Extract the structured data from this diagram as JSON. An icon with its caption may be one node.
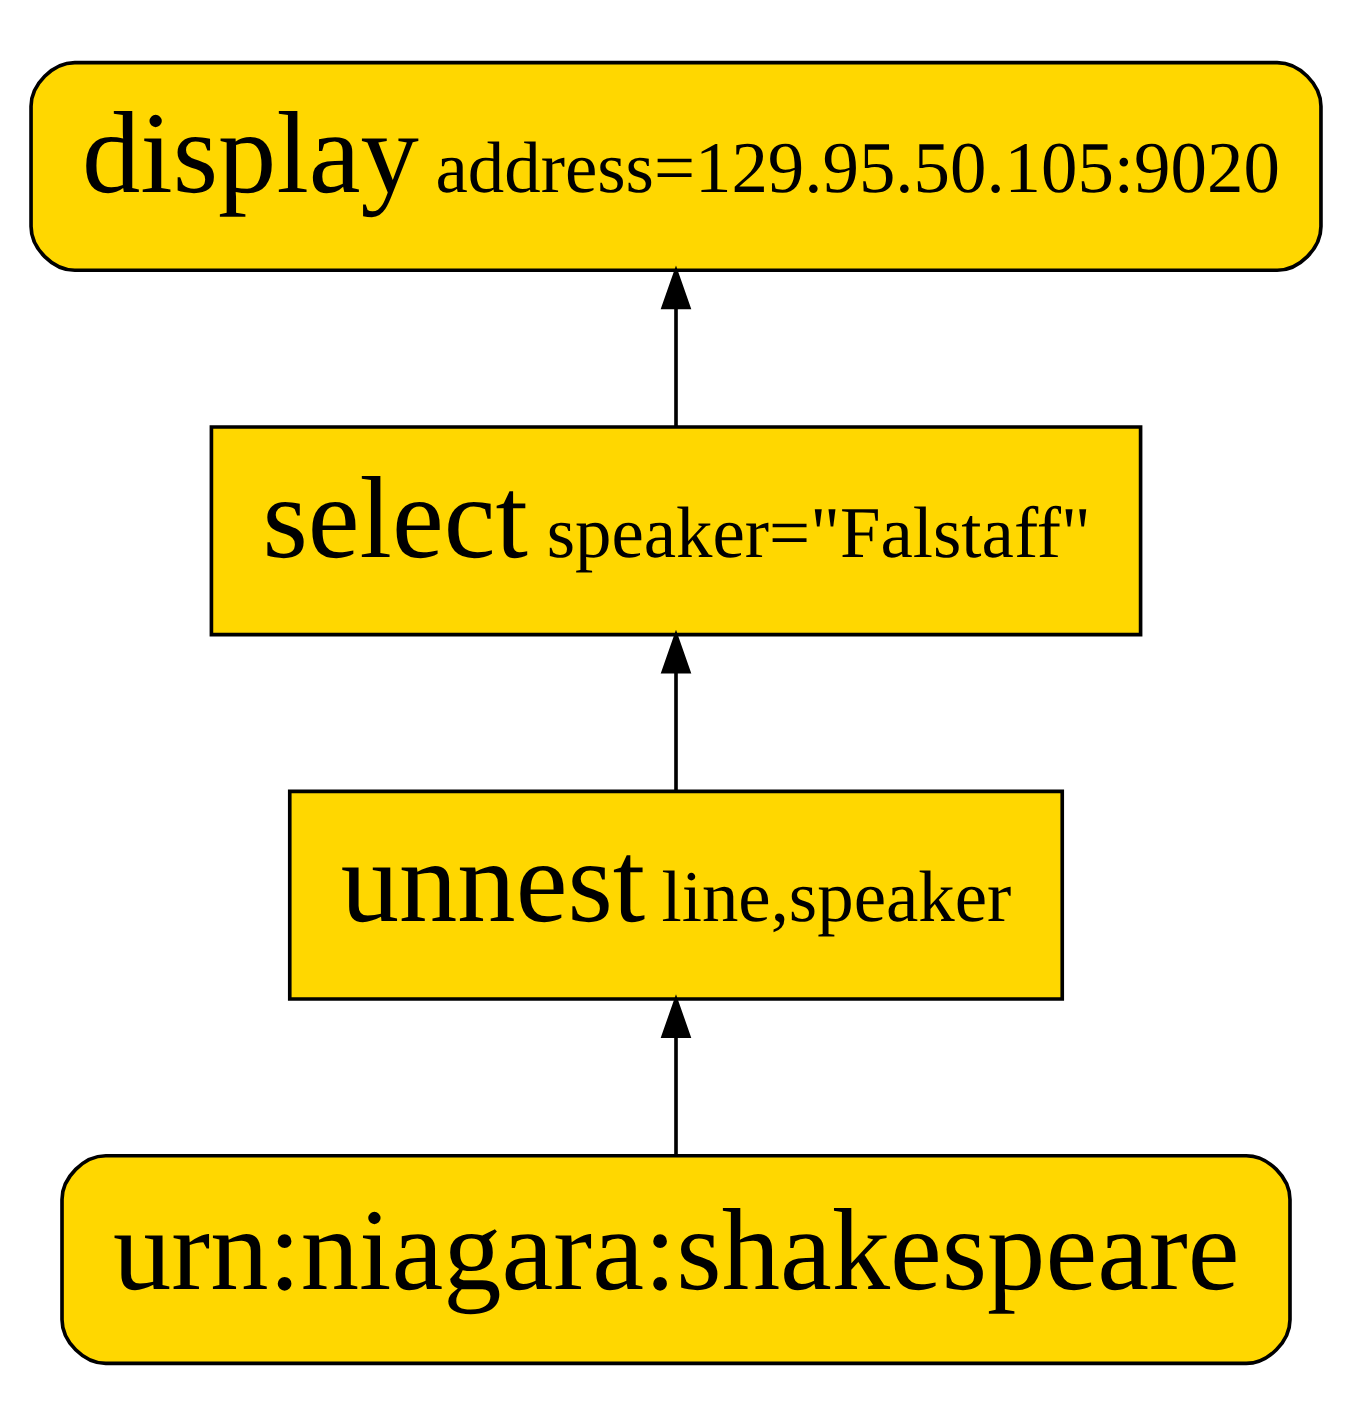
{
  "diagram": {
    "nodes": [
      {
        "text": [
          "display",
          "address=129.95.50.105:9020"
        ]
      },
      {
        "text": [
          "select",
          "speaker=\"Falstaff\""
        ]
      },
      {
        "text": [
          "unnest",
          "line,speaker"
        ]
      },
      {
        "text": [
          "urn:niagara:shakespeare"
        ]
      }
    ],
    "edges": [
      {
        "from": 3,
        "to": 2,
        "arrow": "to"
      },
      {
        "from": 2,
        "to": 1,
        "arrow": "to"
      },
      {
        "from": 1,
        "to": 0,
        "arrow": "to"
      }
    ]
  }
}
